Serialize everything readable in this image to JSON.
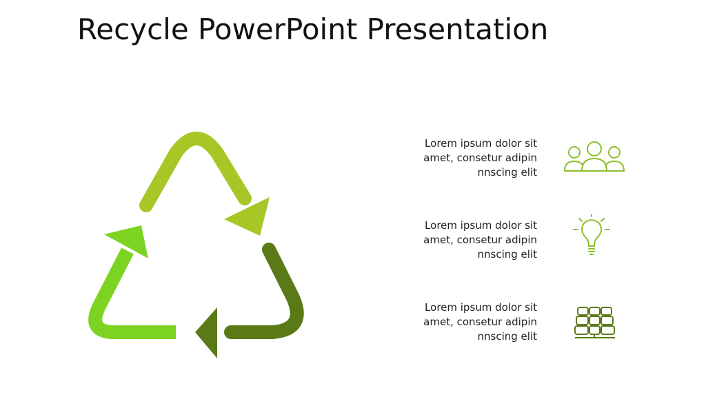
{
  "slide": {
    "title": "Recycle PowerPoint Presentation"
  },
  "items": [
    {
      "text": "Lorem ipsum dolor sit\namet, consetur adipin\nnnscing elit",
      "icon": "people-group-icon"
    },
    {
      "text": "Lorem ipsum dolor sit\namet, consetur adipin\nnnscing elit",
      "icon": "lightbulb-icon"
    },
    {
      "text": "Lorem ipsum dolor sit\namet, consetur adipin\nnnscing elit",
      "icon": "solar-panel-icon"
    }
  ],
  "colors": {
    "arrow_top": "#A6C726",
    "arrow_left": "#7DD321",
    "arrow_right": "#5A7A17",
    "icon_stroke": "#8BBF2A",
    "text": "#222222"
  }
}
